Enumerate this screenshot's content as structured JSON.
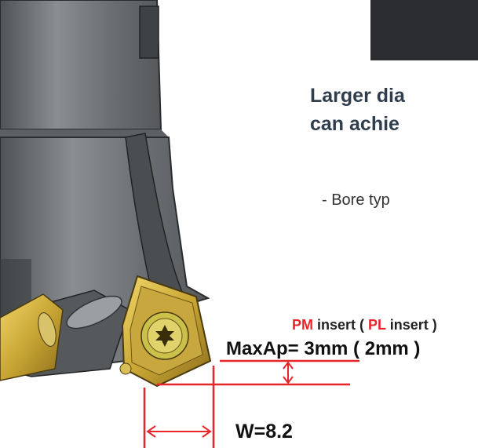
{
  "headline": {
    "line1": "Larger dia",
    "line2": "can achie"
  },
  "bullet": "- Bore typ",
  "insert_label": {
    "pm": "PM",
    "pm_suffix": " insert ( ",
    "pl": "PL",
    "pl_suffix": " insert )"
  },
  "maxap": "MaxAp= 3mm ( 2mm )",
  "width": "W=8.2",
  "colors": {
    "accent_red": "#e8262a",
    "insert_gold": "#d4b43c",
    "banner_dark": "#2b2d31",
    "tool_gray": "#707477",
    "headline_text": "#2f3d4d"
  },
  "icons": [
    "torx-screw-icon"
  ]
}
